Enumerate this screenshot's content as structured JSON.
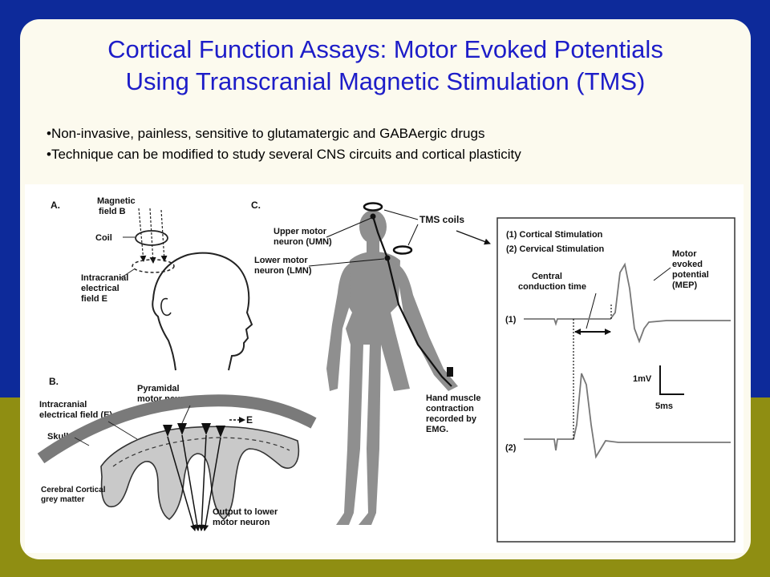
{
  "colors": {
    "top_band": "#0d2a9a",
    "bottom_band": "#8f8e12",
    "card": "#fcfaee",
    "title": "#1d1dc8"
  },
  "title": {
    "line1": "Cortical Function Assays: Motor Evoked Potentials",
    "line2": "Using Transcranial Magnetic Stimulation (TMS)"
  },
  "bullets": [
    "•Non-invasive, painless, sensitive to glutamatergic and GABAergic drugs",
    "•Technique can be modified to study several CNS circuits and cortical plasticity"
  ],
  "panel_a": {
    "letter": "A.",
    "magnetic_field": [
      "Magnetic",
      "field B"
    ],
    "coil": "Coil",
    "intracranial_field": [
      "Intracranial",
      "electrical",
      "field E"
    ]
  },
  "panel_b": {
    "letter": "B.",
    "pyramidal": [
      "Pyramidal",
      "motor neurons"
    ],
    "intracranial_field": [
      "Intracranial",
      "electrical field (E)"
    ],
    "skull": "Skull",
    "e_label": "E",
    "grey_matter": [
      "Cerebral Cortical",
      "grey matter"
    ],
    "output": [
      "Output to lower",
      "motor neuron"
    ]
  },
  "panel_c": {
    "letter": "C.",
    "tms_coils": "TMS coils",
    "umn": [
      "Upper motor",
      "neuron (UMN)"
    ],
    "lmn": [
      "Lower motor",
      "neuron (LMN)"
    ],
    "hand_muscle": [
      "Hand muscle",
      "contraction",
      "recorded by",
      "EMG."
    ]
  },
  "trace_panel": {
    "legend1": "(1) Cortical Stimulation",
    "legend2": "(2) Cervical Stimulation",
    "mep": [
      "Motor",
      "evoked",
      "potential",
      "(MEP)"
    ],
    "central": [
      "Central",
      "conduction time"
    ],
    "trace1": "(1)",
    "trace2": "(2)",
    "scale_v": "1mV",
    "scale_t": "5ms"
  }
}
